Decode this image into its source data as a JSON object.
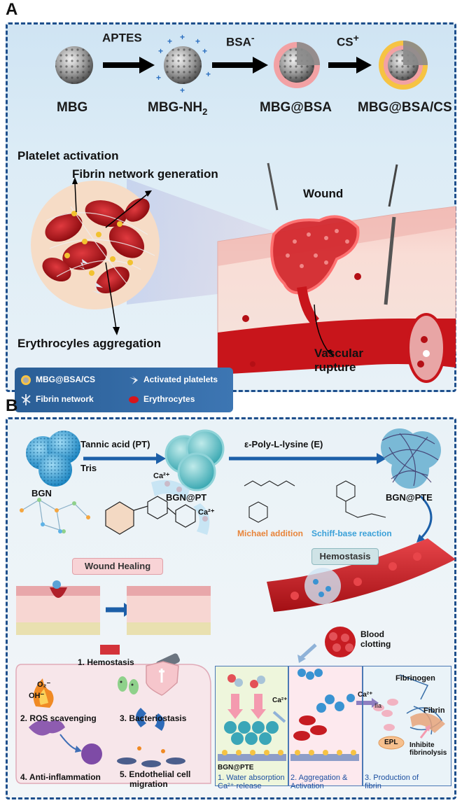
{
  "panel_a": {
    "letter": "A",
    "stages": [
      "MBG",
      "MBG-NH",
      "MBG@BSA",
      "MBG@BSA/CS"
    ],
    "nh_subscript": "2",
    "arrows": [
      {
        "label": "APTES",
        "sup": ""
      },
      {
        "label": "BSA",
        "sup": "-"
      },
      {
        "label": "CS",
        "sup": "+"
      }
    ],
    "annotations": {
      "platelet": "Platelet activation",
      "fibrin": "Fibrin network generation",
      "wound": "Wound",
      "erythrocytes": "Erythrocyles aggregation",
      "vascular_line1": "Vascular",
      "vascular_line2": "rupture"
    },
    "legend": [
      {
        "label": "MBG@BSA/CS",
        "icon": "particle-icon"
      },
      {
        "label": "Activated platelets",
        "icon": "platelet-icon"
      },
      {
        "label": "Fibrin network",
        "icon": "fibrin-icon"
      },
      {
        "label": "Erythrocytes",
        "icon": "erythrocyte-icon"
      }
    ],
    "colors": {
      "border": "#1e4f8c",
      "bsa_shell": "#f2a1a4",
      "cs_shell": "#f6c343",
      "blood": "#c8151b"
    }
  },
  "panel_b": {
    "letter": "B",
    "tannic": "Tannic acid  (PT)",
    "tris": "Tris",
    "polylysine": "ε-Poly-L-lysine (E)",
    "bgn": "BGN",
    "bgn_pt": "BGN@PT",
    "bgn_pte": "BGN@PTE",
    "ca_ion": "Ca²⁺",
    "michael": "Michael addition",
    "schiff": "Schiff-base reaction",
    "wound_healing": "Wound Healing",
    "hemostasis_tag": "Hemostasis",
    "blood_clotting_1": "Blood",
    "blood_clotting_2": "clotting",
    "healing_steps": [
      "1. Hemostasis",
      "2. ROS scavenging",
      "3. Bacteriostasis",
      "4. Anti-inflammation",
      "5. Endothelial cell"
    ],
    "migration": "migration",
    "o2_label": "O₂⁻",
    "oh_label": "OH⁻",
    "steps": [
      {
        "num": "1.",
        "line1": "Water absorption",
        "line2": "Ca²⁺ release"
      },
      {
        "num": "2.",
        "line1": "Aggregation &",
        "line2": "Activation"
      },
      {
        "num": "3.",
        "line1": "Production of",
        "line2": "fibrin"
      }
    ],
    "bgn_pte_small": "BGN@PTE",
    "ca_small": "Ca²⁺",
    "ca_small2": "Ca²⁺",
    "iia": "IIa",
    "fibrinogen": "Fibrinogen",
    "fibrin": "Fibrin",
    "epl": "EPL",
    "inhibite_1": "Inhibite",
    "inhibite_2": "fibrinolysis",
    "colors": {
      "bgn": "#3aa6d8",
      "bgn_pt": "#5cc0c7",
      "michael": "#e8843a",
      "schiff": "#3aa0d8",
      "arrow": "#1c5fa8"
    }
  }
}
